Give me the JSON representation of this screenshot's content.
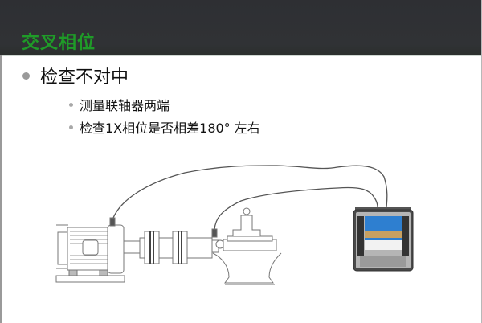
{
  "slide": {
    "title": "交叉相位",
    "title_color": "#1f9b28",
    "header_color": "#303235",
    "bullets": [
      {
        "level": 1,
        "text": "检查不对中",
        "children": [
          {
            "level": 2,
            "text": "测量联轴器两端"
          },
          {
            "level": 2,
            "text": "检查1X相位是否相差180° 左右"
          }
        ]
      }
    ]
  },
  "diagram": {
    "components": [
      {
        "name": "motor",
        "label": ""
      },
      {
        "name": "coupling",
        "label": ""
      },
      {
        "name": "pump",
        "label": ""
      },
      {
        "name": "sensor-motor-end",
        "label": ""
      },
      {
        "name": "sensor-pump-end",
        "label": ""
      },
      {
        "name": "vibration-analyzer",
        "label": ""
      }
    ]
  }
}
